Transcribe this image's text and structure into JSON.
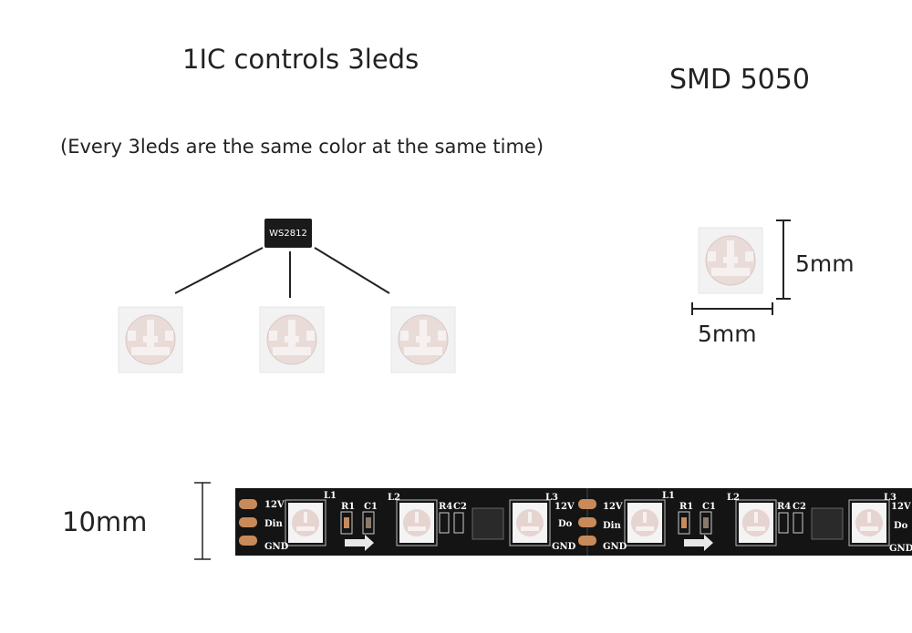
{
  "header": {
    "title": "1IC controls 3leds",
    "subtitle": "(Every 3leds are the same color at the same time)",
    "package": "SMD 5050"
  },
  "ic": {
    "label": "WS2812"
  },
  "dimensions": {
    "led_height": "5mm",
    "led_width": "5mm",
    "strip_width": "10mm"
  },
  "strip": {
    "labels": {
      "v12": "12V",
      "din": "Din",
      "gnd": "GND",
      "dout": "Do",
      "l1": "L1",
      "l2": "L2",
      "l3": "L3",
      "r1": "R1",
      "c1": "C1",
      "r4": "R4",
      "c2": "C2"
    }
  },
  "colors": {
    "pcb": "#141414",
    "pad": "#c98a5a",
    "led_body": "#f2f2f2",
    "led_lens": "#e5d6d2"
  }
}
